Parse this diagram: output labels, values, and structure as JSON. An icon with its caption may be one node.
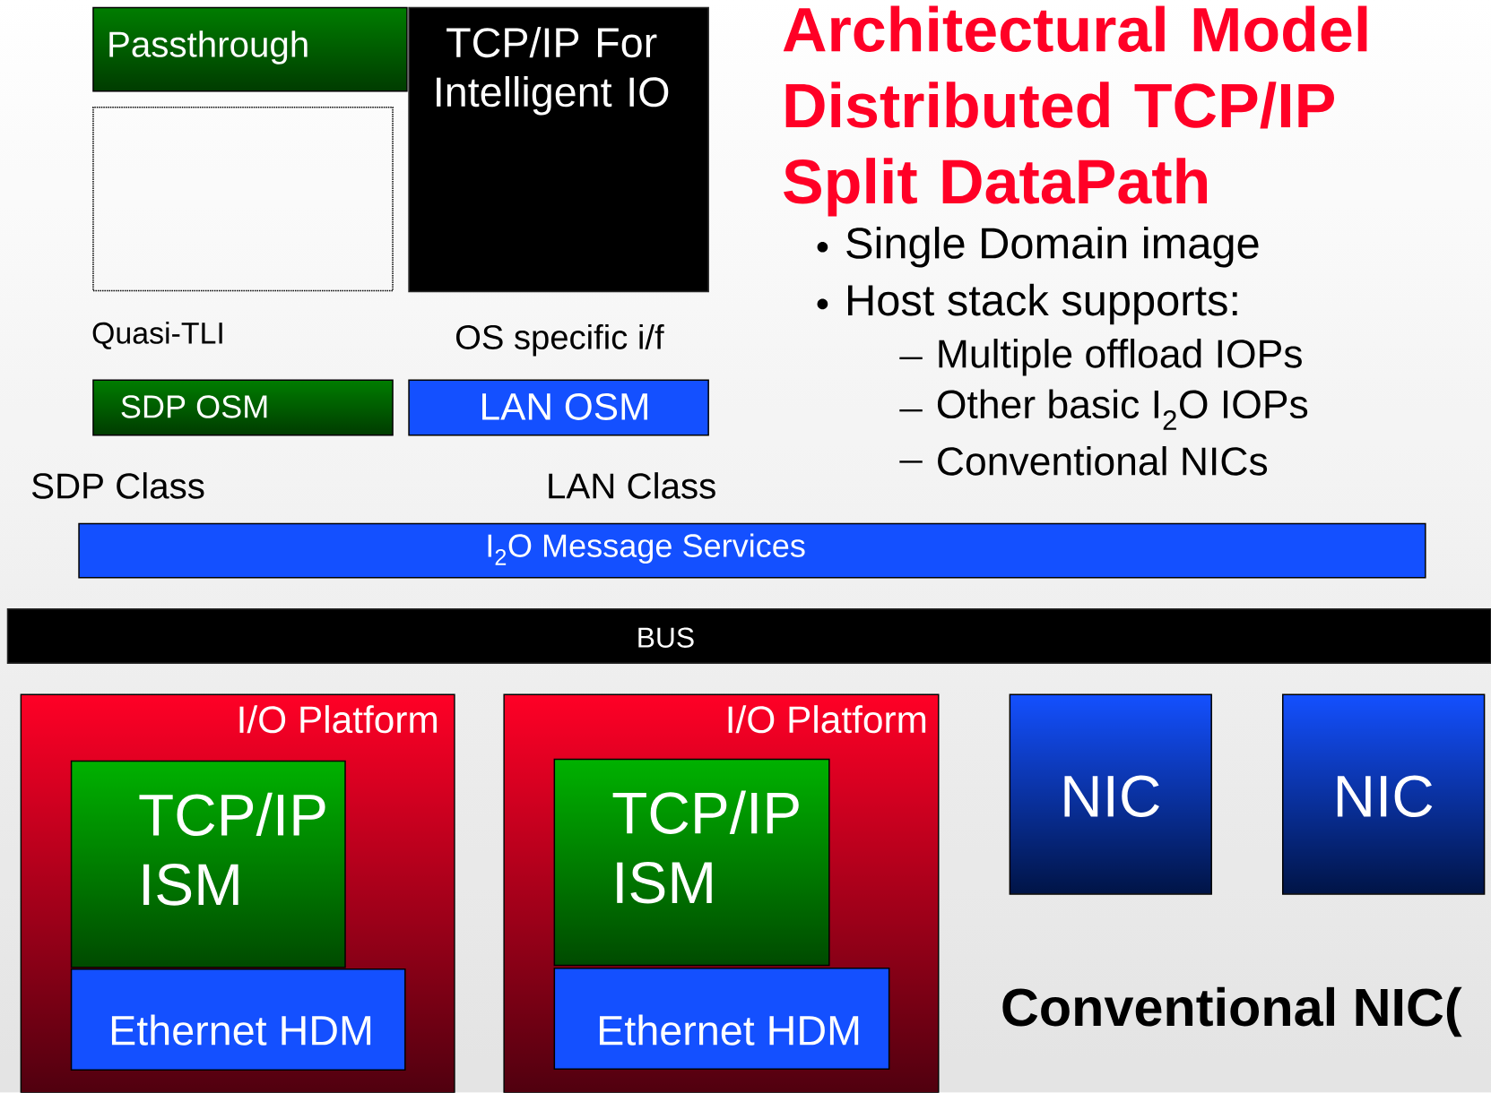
{
  "diagram": {
    "title": "Architectural Model Distributed TCP/IP Split DataPath",
    "nodes": [
      {
        "text": [
          "Passthrough"
        ]
      },
      {
        "text": [],
        "shape": "box"
      },
      {
        "text": [
          "TCP/IP For Intelligent IO"
        ]
      },
      {
        "text": [
          "SDP OSM"
        ]
      },
      {
        "text": [
          "LAN OSM"
        ]
      },
      {
        "text": [
          "I$_{2}$O Message Services"
        ]
      },
      {
        "text": [
          "BUS"
        ]
      },
      {
        "text": [
          "I/O Platform"
        ]
      },
      {
        "text": [
          "TCP/IP ISM"
        ],
        "in": 7
      },
      {
        "text": [
          "Ethernet HDM"
        ],
        "in": 7
      },
      {
        "text": [
          "I/O Platform"
        ]
      },
      {
        "text": [
          "TCP/IP ISM"
        ],
        "in": 10
      },
      {
        "text": [
          "Ethernet HDM"
        ],
        "in": 10
      },
      {
        "text": [
          "NIC"
        ]
      },
      {
        "text": [
          "NIC"
        ]
      }
    ],
    "labels": [
      "Quasi-TLI",
      "OS specific i/f",
      "SDP Class",
      "LAN Class",
      "Single Domain image",
      "Host stack supports:",
      "Multiple offload IOPs",
      "Other basic I$_{2}$O IOPs",
      "Conventional NICs",
      "Conventional NIC("
    ]
  }
}
